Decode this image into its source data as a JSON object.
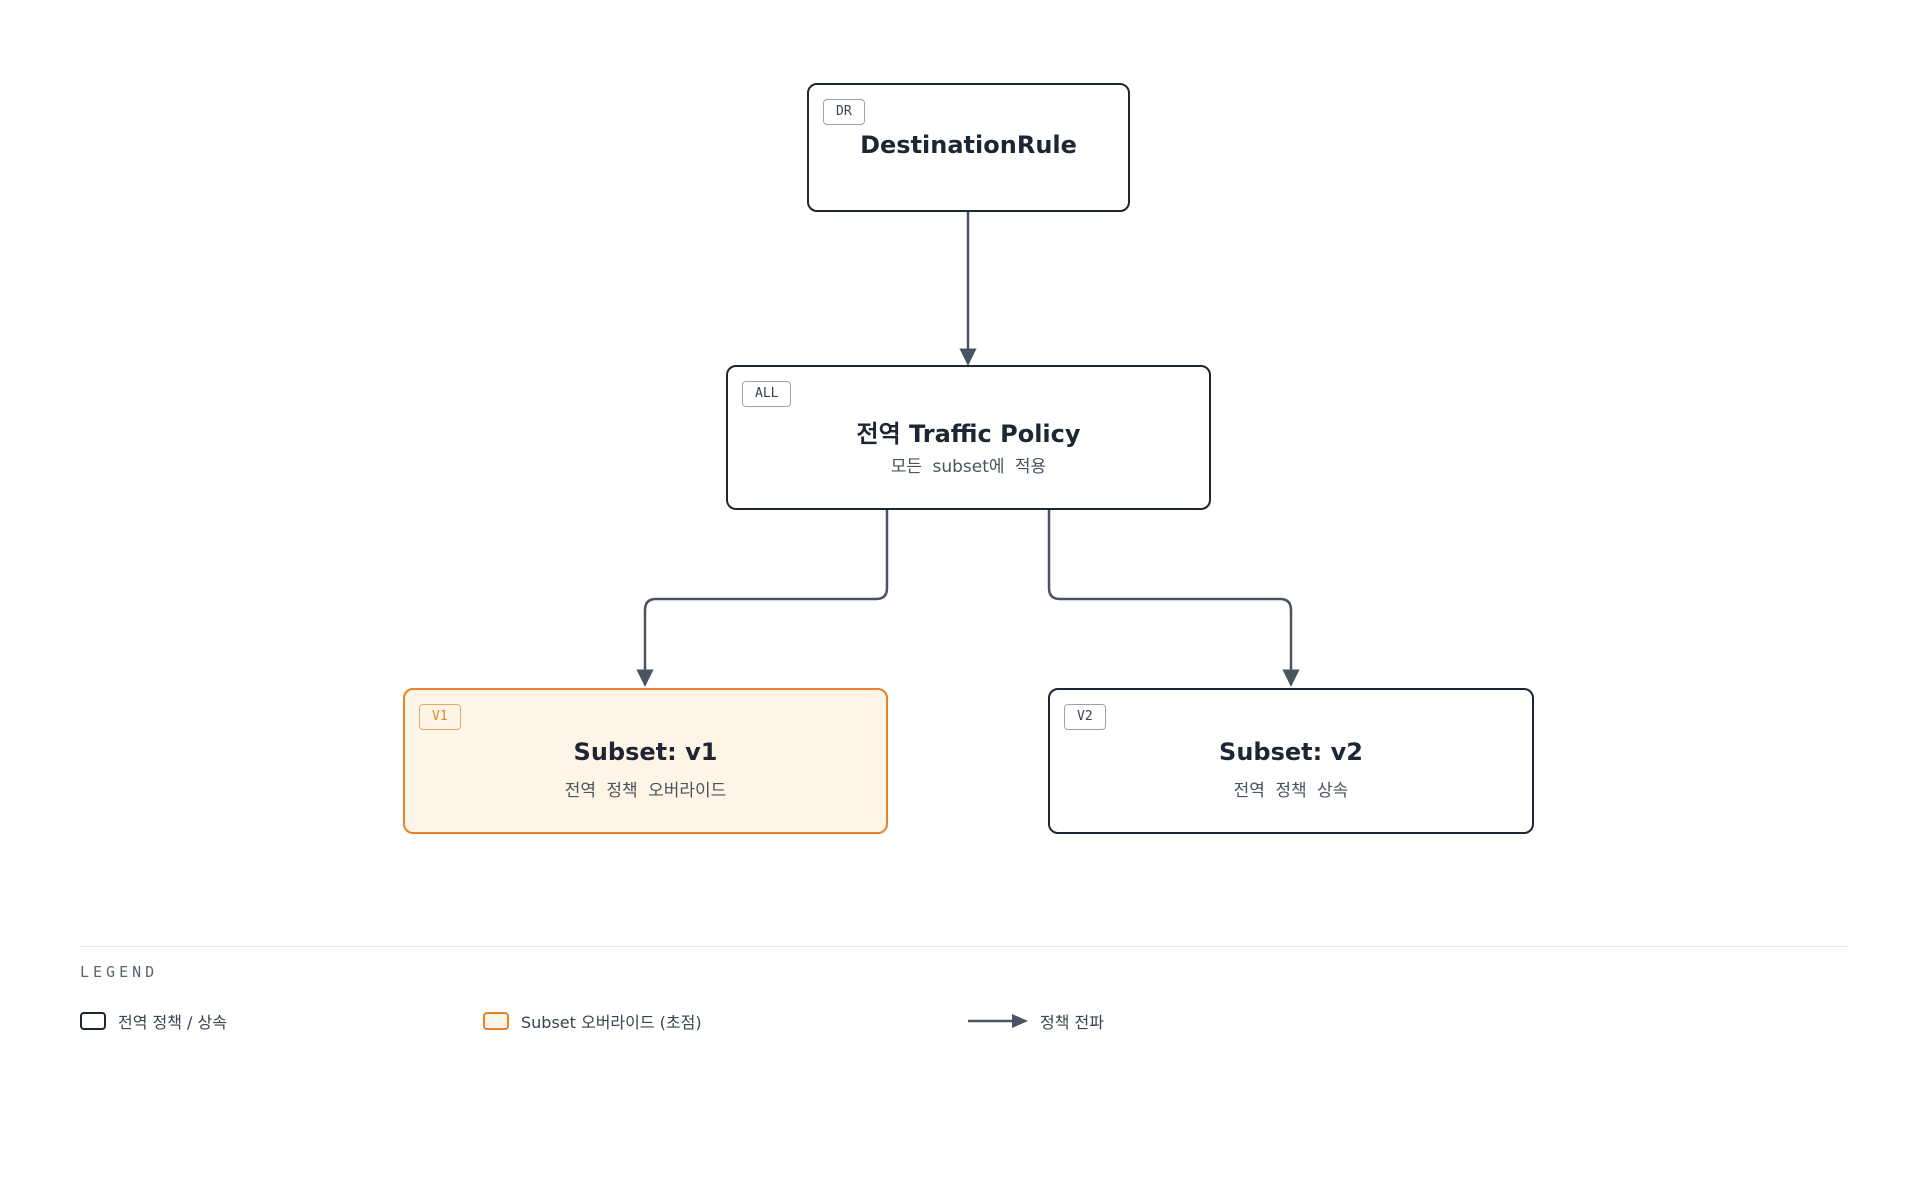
{
  "nodes": [
    {
      "id": "dr",
      "tag": "DR",
      "title": "DestinationRule",
      "subtitle": "",
      "focus": false
    },
    {
      "id": "all",
      "tag": "ALL",
      "title": "전역 Traffic Policy",
      "subtitle": "모든 subset에 적용",
      "focus": false
    },
    {
      "id": "v1",
      "tag": "V1",
      "title": "Subset: v1",
      "subtitle": "전역 정책 오버라이드",
      "focus": true
    },
    {
      "id": "v2",
      "tag": "V2",
      "title": "Subset: v2",
      "subtitle": "전역 정책 상속",
      "focus": false
    }
  ],
  "edges": [
    {
      "from": "dr",
      "to": "all"
    },
    {
      "from": "all",
      "to": "v1"
    },
    {
      "from": "all",
      "to": "v2"
    }
  ],
  "legend": {
    "title": "LEGEND",
    "items": [
      {
        "kind": "swatch-default",
        "label": "전역 정책 / 상속"
      },
      {
        "kind": "swatch-focus",
        "label": "Subset 오버라이드 (초점)"
      },
      {
        "kind": "arrow",
        "label": "정책 전파"
      }
    ]
  },
  "colors": {
    "stroke": "#1e2633",
    "focus_stroke": "#e8822a",
    "focus_fill": "#fef5e6",
    "edge": "#4a5360"
  }
}
